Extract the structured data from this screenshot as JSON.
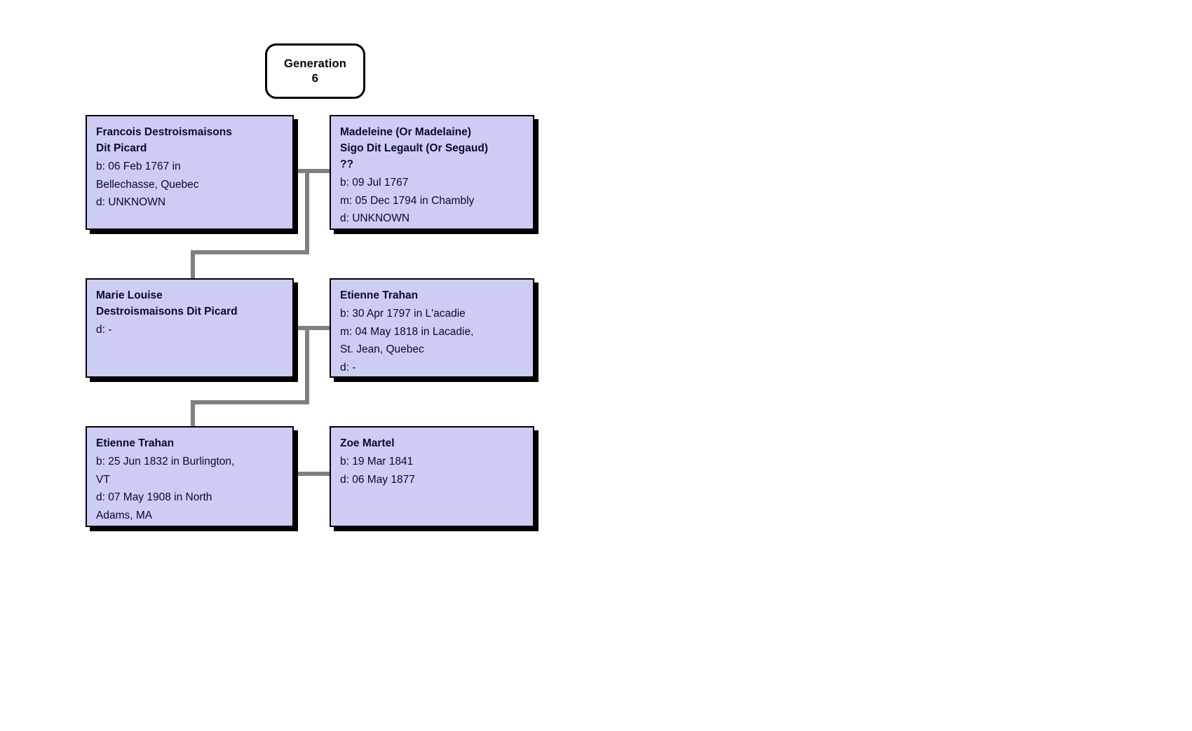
{
  "generation": {
    "label": "Generation",
    "number": "6"
  },
  "people": {
    "francois": {
      "name": "Francois Destroismaisons\nDit Picard",
      "birth": "b: 06 Feb 1767 in\nBellechasse, Quebec",
      "death": "d: UNKNOWN"
    },
    "madeleine": {
      "name": "Madeleine (Or Madelaine)\nSigo Dit Legault (Or Segaud)\n??",
      "birth": "b: 09 Jul 1767",
      "marriage": "m: 05 Dec 1794 in Chambly",
      "death": "d: UNKNOWN"
    },
    "marie_louise": {
      "name": "Marie Louise\nDestroismaisons Dit Picard",
      "death": "d: -"
    },
    "etienne_1797": {
      "name": "Etienne Trahan",
      "birth": "b: 30 Apr 1797 in L'acadie",
      "marriage": "m: 04 May 1818 in Lacadie,\nSt. Jean, Quebec",
      "death": "d: -"
    },
    "etienne_1832": {
      "name": "Etienne Trahan",
      "birth": "b: 25 Jun 1832 in Burlington,\nVT",
      "death": "d: 07 May 1908 in North\nAdams, MA"
    },
    "zoe": {
      "name": "Zoe Martel",
      "birth": "b: 19 Mar 1841",
      "death": "d: 06 May 1877"
    }
  },
  "colors": {
    "box_fill": "#ccccf5",
    "box_border": "#000000",
    "connector": "#808080",
    "text": "#0a0a2a",
    "background": "#ffffff"
  }
}
